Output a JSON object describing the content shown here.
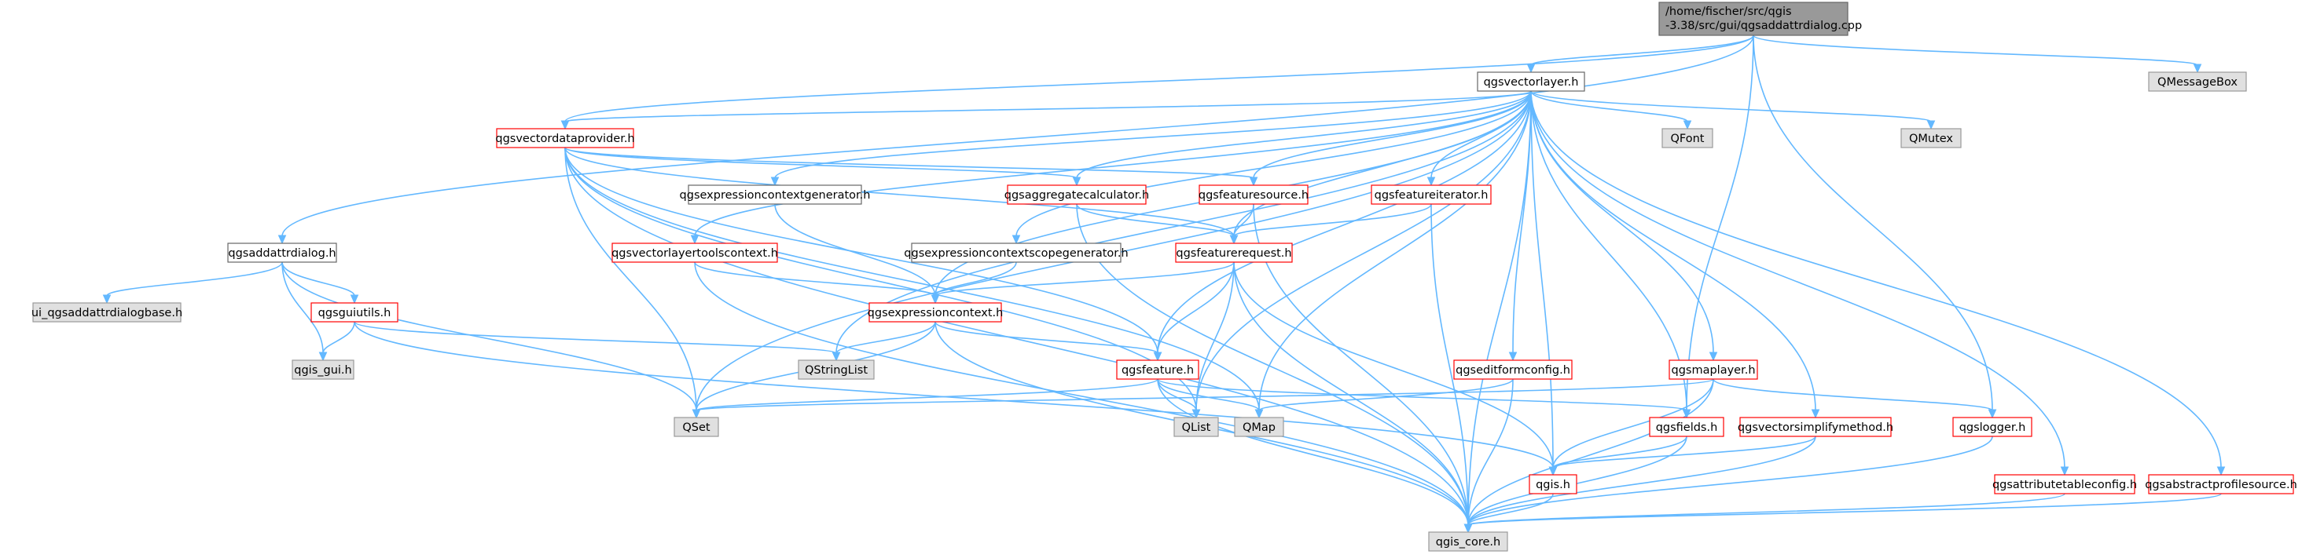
{
  "diagram": {
    "type": "include-dependency-graph",
    "colors": {
      "edge": "#63b8ff",
      "root_fill": "#999999",
      "external_fill": "#e0e0e0",
      "external_border": "#999999",
      "red_border": "#ff0000",
      "plain_border": "#666666",
      "node_fill": "#ffffff",
      "text": "#000000"
    },
    "nodes": [
      {
        "id": "root",
        "label": "/home/fischer/src/qgis\n-3.38/src/gui/qgsaddattrdialog.cpp",
        "style": "root"
      },
      {
        "id": "vectorlayer",
        "label": "qgsvectorlayer.h",
        "style": "plain"
      },
      {
        "id": "qmessagebox",
        "label": "QMessageBox",
        "style": "external"
      },
      {
        "id": "vectordataprovider",
        "label": "qgsvectordataprovider.h",
        "style": "red"
      },
      {
        "id": "qfont",
        "label": "QFont",
        "style": "external"
      },
      {
        "id": "qmutex",
        "label": "QMutex",
        "style": "external"
      },
      {
        "id": "exprctxgen",
        "label": "qgsexpressioncontextgenerator.h",
        "style": "plain"
      },
      {
        "id": "aggregatecalc",
        "label": "qgsaggregatecalculator.h",
        "style": "red"
      },
      {
        "id": "featuresource",
        "label": "qgsfeaturesource.h",
        "style": "red"
      },
      {
        "id": "featureiterator",
        "label": "qgsfeatureiterator.h",
        "style": "red"
      },
      {
        "id": "addattrdialog",
        "label": "qgsaddattrdialog.h",
        "style": "plain"
      },
      {
        "id": "vltoolsctx",
        "label": "qgsvectorlayertoolscontext.h",
        "style": "red"
      },
      {
        "id": "exprctxscopegen",
        "label": "qgsexpressioncontextscopegenerator.h",
        "style": "plain"
      },
      {
        "id": "featurerequest",
        "label": "qgsfeaturerequest.h",
        "style": "red"
      },
      {
        "id": "uibase",
        "label": "ui_qgsaddattrdialogbase.h",
        "style": "external"
      },
      {
        "id": "guiutils",
        "label": "qgsguiutils.h",
        "style": "red"
      },
      {
        "id": "exprctx",
        "label": "qgsexpressioncontext.h",
        "style": "red"
      },
      {
        "id": "qgisgui",
        "label": "qgis_gui.h",
        "style": "external"
      },
      {
        "id": "qstringlist",
        "label": "QStringList",
        "style": "external"
      },
      {
        "id": "feature",
        "label": "qgsfeature.h",
        "style": "red"
      },
      {
        "id": "editformconfig",
        "label": "qgseditformconfig.h",
        "style": "red"
      },
      {
        "id": "maplayer",
        "label": "qgsmaplayer.h",
        "style": "red"
      },
      {
        "id": "qset",
        "label": "QSet",
        "style": "external"
      },
      {
        "id": "qlist",
        "label": "QList",
        "style": "external"
      },
      {
        "id": "qmap",
        "label": "QMap",
        "style": "external"
      },
      {
        "id": "fields",
        "label": "qgsfields.h",
        "style": "red"
      },
      {
        "id": "simplifymethod",
        "label": "qgsvectorsimplifymethod.h",
        "style": "red"
      },
      {
        "id": "logger",
        "label": "qgslogger.h",
        "style": "red"
      },
      {
        "id": "qgis",
        "label": "qgis.h",
        "style": "red"
      },
      {
        "id": "attrtableconfig",
        "label": "qgsattributetableconfig.h",
        "style": "red"
      },
      {
        "id": "abstractprofilesource",
        "label": "qgsabstractprofilesource.h",
        "style": "red"
      },
      {
        "id": "qgiscore",
        "label": "qgis_core.h",
        "style": "external"
      }
    ]
  }
}
